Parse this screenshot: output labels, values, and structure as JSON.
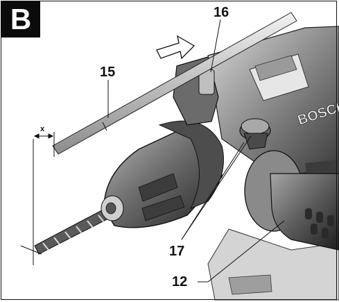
{
  "figure": {
    "letter": "B",
    "callouts": {
      "c12": "12",
      "c15": "15",
      "c16": "16",
      "c17": "17"
    },
    "dimension_label": "x",
    "brand_text": "BOSCH"
  }
}
